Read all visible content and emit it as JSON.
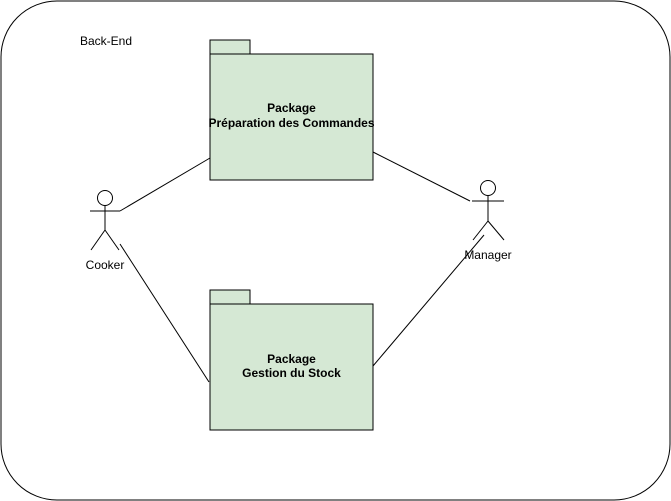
{
  "colors": {
    "package_fill": "#d5e8d4",
    "stroke": "#000000",
    "background": "#ffffff"
  },
  "boundary": {
    "label": "Back-End"
  },
  "packages": [
    {
      "line1": "Package",
      "line2": "Préparation des Commandes"
    },
    {
      "line1": "Package",
      "line2": "Gestion du Stock"
    }
  ],
  "actors": [
    {
      "label": "Cooker",
      "icon": "stick-figure-actor-icon"
    },
    {
      "label": "Manager",
      "icon": "stick-figure-actor-icon"
    }
  ]
}
